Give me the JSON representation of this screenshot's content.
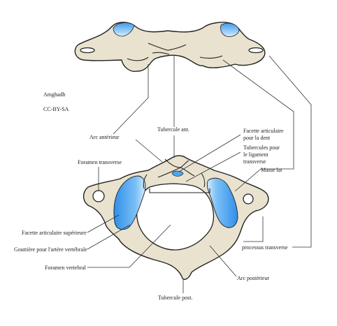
{
  "credit": {
    "author": "Amghadh",
    "license": "CC-BY-SA"
  },
  "colors": {
    "bone": "#e9e2cf",
    "outline": "#222222",
    "facet_blue": "#4aa8f0",
    "facet_light": "#bfe2ff"
  },
  "labels": {
    "arc_anterieur": "Arc antérieur",
    "tubercule_ant": "Tubercule ant.",
    "facette_dent_1": "Facette articulaire",
    "facette_dent_2": "pour la dent",
    "tubercules_1": "Tubercules pour",
    "tubercules_2": "le ligament",
    "tubercules_3": "transverse",
    "foramen_transverse": "Foramen transverse",
    "masse_lat": "Masse lat",
    "facette_sup": "Facette articulaire supérieure",
    "gouttiere": "Gouttière pour l'artère vertébrale",
    "foramen_vertebral": "Foramen vertebral",
    "processus_transverse": "processus transverse",
    "arc_posterieur": "Arc postérieur",
    "tubercule_post": "Tubercule post."
  }
}
